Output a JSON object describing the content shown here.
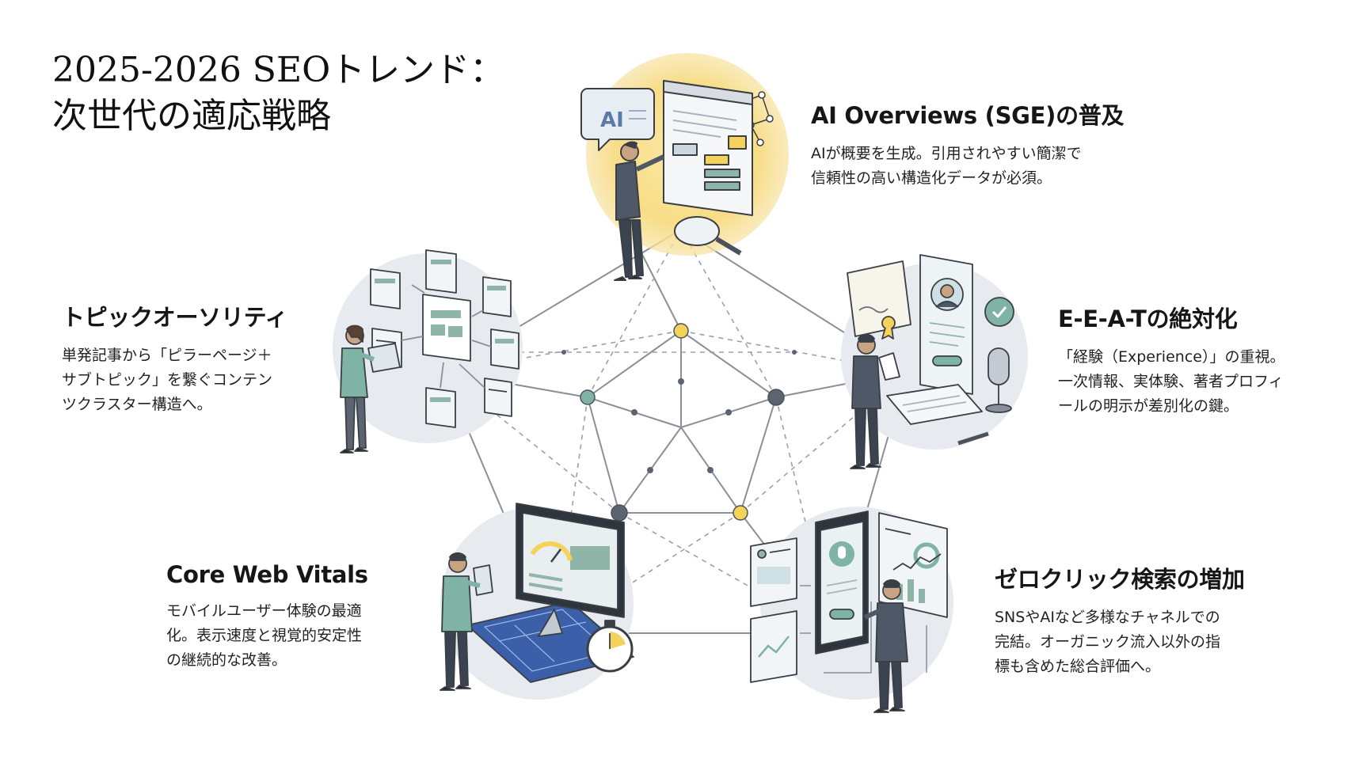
{
  "title": {
    "line1": "2025-2026 SEOトレンド：",
    "line2": "次世代の適応戦略"
  },
  "colors": {
    "accent_yellow": "#f5d35a",
    "halo_yellow": "#fbe9a8",
    "teal": "#7fb3a6",
    "slate": "#5b6470",
    "line_gray": "#8a9099",
    "blueprint": "#3b5fa8"
  },
  "trends": [
    {
      "id": "ai",
      "heading": "AI Overviews (SGE)の普及",
      "lines": [
        "AIが概要を生成。引用されやすい簡潔で",
        "信頼性の高い構造化データが必須。"
      ],
      "icon_label": "AI"
    },
    {
      "id": "eeat",
      "heading": "E-E-A-Tの絶対化",
      "lines": [
        "「経験（Experience）」の重視。",
        "一次情報、実体験、著者プロフィ",
        "ールの明示が差別化の鍵。"
      ]
    },
    {
      "id": "topic",
      "heading": "トピックオーソリティ",
      "lines": [
        "単発記事から「ピラーページ＋",
        "サブトピック」を繋ぐコンテン",
        "ツクラスター構造へ。"
      ]
    },
    {
      "id": "cwv",
      "heading": "Core Web Vitals",
      "lines": [
        "モバイルユーザー体験の最適",
        "化。表示速度と視覚的安定性",
        "の継続的な改善。"
      ]
    },
    {
      "id": "zero",
      "heading": "ゼロクリック検索の増加",
      "lines": [
        "SNSやAIなど多様なチャネルでの",
        "完結。オーガニック流入以外の指",
        "標も含めた総合評価へ。"
      ]
    }
  ],
  "icons": {
    "ai": [
      "ai-speech-bubble-icon",
      "browser-window-icon",
      "magnifier-icon",
      "person-icon",
      "network-icon"
    ],
    "eeat": [
      "smartphone-profile-icon",
      "certificate-icon",
      "verified-badge-icon",
      "microphone-icon",
      "notebook-icon",
      "pen-icon",
      "person-icon"
    ],
    "topic": [
      "document-cluster-icon",
      "tablet-icon",
      "person-icon"
    ],
    "cwv": [
      "monitor-dashboard-icon",
      "gauge-icon",
      "stopwatch-icon",
      "blueprint-icon",
      "smartphone-icon",
      "person-icon"
    ],
    "zero": [
      "smartphone-voice-icon",
      "analytics-panel-icon",
      "app-card-icon",
      "person-icon"
    ]
  }
}
